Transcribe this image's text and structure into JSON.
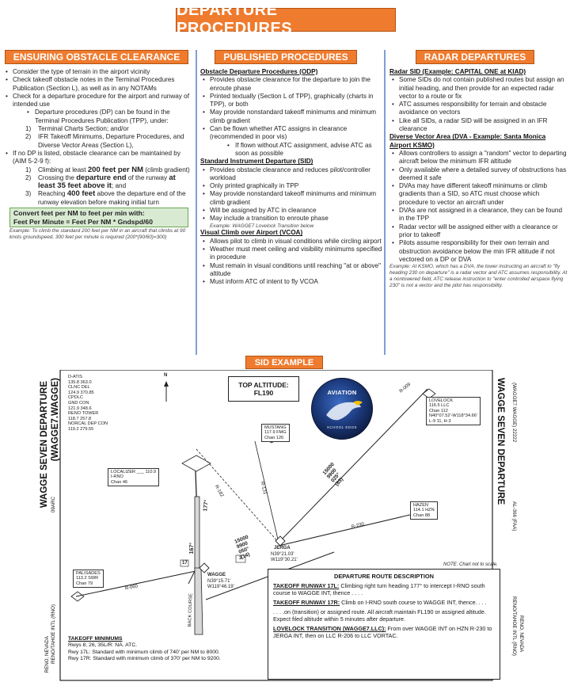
{
  "page": {
    "title": "DEPARTURE PROCEDURES",
    "accent": "#ef7b2e",
    "divider_color": "#7f9fd6"
  },
  "col1": {
    "header": "ENSURING OBSTACLE CLEARANCE",
    "b1": "Consider the type of terrain in the airport vicinity",
    "b2": "Check takeoff obstacle notes in the Terminal Procedures Publication (Section L), as well as in any NOTAMs",
    "b3": "Check for a departure procedure for the airport and runway of intended use",
    "s1": "Departure procedures (DP) can be found in the Terminal Procedures Publication (TPP), under:",
    "n1": "1)",
    "n1t": "Terminal Charts Section; and/or",
    "n2": "2)",
    "n2t": "IFR Takeoff Minimums, Departure Procedures, and Diverse Vector Areas (Section L),",
    "b4": "If no DP is listed, obstacle clearance can be maintained by (AIM 5-2-9 f):",
    "m1": "1)",
    "m1a": "Climbing at least ",
    "m1k": "200 feet per NM",
    "m1b": " (climb gradient)",
    "m2": "2)",
    "m2a": "Crossing the ",
    "m2k": "departure end",
    "m2b": " of the runway ",
    "m2k2": "at least 35 feet above it",
    "m2c": "; and",
    "m3": "3)",
    "m3a": "Reaching ",
    "m3k": "400 feet",
    "m3b": " above the departure end of the runway elevation before making initial turn",
    "convert1": "Convert feet per NM to feet per min with:",
    "convert2": "Feet Per Minute = Feet Per NM * Gndspd/60",
    "example": "Example: To climb the standard 200 feet per NM in an aircraft that climbs at 90 knots groundspeed, 300 feet per minute is required (200*(90/60)=300)"
  },
  "col2": {
    "header": "PUBLISHED PROCEDURES",
    "odp_title": "Obstacle Departure Procedures (ODP)",
    "odp": [
      "Provides obstacle clearance for the departure to join the enroute phase",
      "Printed textually (Section L of TPP), graphically (charts in TPP), or both",
      "May provide nonstandard takeoff minimums and minimum climb gradient",
      "Can be flown whether ATC assigns in clearance (recommended in poor vis)"
    ],
    "odp_sub": "If flown without ATC assignment, advise ATC as soon as possible",
    "sid_title": "Standard Instrument Departure (SID)",
    "sid": [
      "Provides obstacle clearance and reduces pilot/controller workload",
      "Only printed graphically in TPP",
      "May provide nonstandard takeoff minimums and minimum climb gradient",
      "Will be assigned by ATC in clearance",
      "May include a transition to enroute phase"
    ],
    "sid_example": "Example: WAGGE7 Lovelock Transition below",
    "vcoa_title": "Visual Climb over Airport (VCOA)",
    "vcoa": [
      "Allows pilot to climb in visual conditions while circling airport",
      "Weather must meet ceiling and visibility minimums specified in procedure",
      "Must remain in visual conditions until reaching \"at or above\" altitude",
      "Must inform ATC of intent to fly VCOA"
    ]
  },
  "col3": {
    "header": "RADAR DEPARTURES",
    "rsid_title": "Radar SID (Example: CAPITAL ONE at KIAD)",
    "rsid": [
      "Some SIDs do not contain published routes but assign an initial heading, and then provide for an expected radar vector to a route or fix",
      "ATC assumes responsibility for terrain and obstacle avoidance on vectors",
      "Like all SIDs, a radar SID will be assigned in an IFR clearance"
    ],
    "dva_title": "Diverse Vector Area (DVA - Example: Santa Monica Airport KSMO)",
    "dva": [
      "Allows controllers to assign a \"random\" vector to departing aircraft below the minimum IFR altitude",
      "Only available where a detailed survey of obstructions has deemed it safe",
      "DVAs may have different takeoff minimums or climb gradients than a SID, so ATC must choose which procedure to vector an aircraft under",
      "DVAs are not assigned in a clearance, they can be found in the TPP",
      "Radar vector will be assigned either with a clearance or prior to takeoff",
      "Pilots assume responsibility for their own terrain and obstruction avoidance below the min IFR altitude if not vectored on a DP or DVA"
    ],
    "example": "Example: At KSMO, which has a DVA, the tower instructing an aircraft to \"fly heading 230 on departure\" is a radar vector and ATC assumes responsibility. At a nontowered field, ATC release instruction to \"enter controlled airspace flying 230\" is not a vector and the pilot has responsibility."
  },
  "sid": {
    "header": "SID EXAMPLE",
    "top_alt_label": "TOP ALTITUDE:",
    "top_alt_value": "FL190",
    "title_left": "WAGGE SEVEN DEPARTURE",
    "subtitle_left": "(WAGGE7.WAGGE)",
    "subtitle_left2": "09ARC",
    "title_right": "WAGGE SEVEN DEPARTURE",
    "subtitle_right": "(WAGGE7.WAGGE) 22222",
    "airport_right": "RENO/TAHOE INTL (RNO)",
    "airport_right2": "RENO, NEVADA",
    "airport_left": "RENO/TAHOE INTL (RNO)",
    "airport_left2": "RENO, NEVADA",
    "al_ref": "AL-366 (FAA)",
    "note": "NOTE: Chart not to scale.",
    "north": "N",
    "freqs": [
      "D-ATIS",
      "135.8  363.0",
      "CLNC DEL",
      "124.9  370.85",
      "CPDLC",
      "GND CON",
      "121.9  348.6",
      "RENO TOWER",
      "118.7  257.8",
      "NORCAL DEP CON",
      "119.2  279.55"
    ],
    "logo_top": "AVIATION",
    "logo_bottom": "SCHOOL EDGE",
    "localizer": {
      "l1": "LOCALIZER ___ 110.9",
      "l2": "I-RNO",
      "l3": "Chan 46"
    },
    "mustang": {
      "l1": "MUSTANG",
      "l2": "117.9  FMG",
      "l3": "Chan 126"
    },
    "lovelock": {
      "l1": "LOVELOCK",
      "l2": "116.5  LLC",
      "l3": "Chan 112",
      "l4": "N40°07.52'-W118°34.66'",
      "l5": "L-9 11, H-3"
    },
    "hazen": {
      "l1": "HAZEN",
      "l2": "114.1  HZN",
      "l3": "Chan 88"
    },
    "palisades": {
      "l1": "PALISADES",
      "l2": "113.2  SWR",
      "l3": "Chan 79"
    },
    "jerga": {
      "l1": "JERGA",
      "l2": "N39°21.03'",
      "l3": "W119°30.21'"
    },
    "wagge": {
      "l1": "WAGGE",
      "l2": "N39°15.71'",
      "l3": "W119°46.19'"
    },
    "labels": {
      "alt_jerga": [
        "15000",
        "9900",
        "050°",
        "(14)"
      ],
      "alt_llc": [
        "15000",
        "9900",
        "025°",
        "(83)"
      ],
      "r009": "R-009",
      "r230": "R-230",
      "r182": "R-182",
      "r131": "R-131",
      "r060": "R-060",
      "hdg177": "177°",
      "hdg167": "167°",
      "back_course": "BACK COURSE",
      "n17": "17",
      "n3": "3"
    },
    "route": {
      "title": "DEPARTURE ROUTE DESCRIPTION",
      "t17l_h": "TAKEOFF RUNWAY 17L:",
      "t17l": " Climbing right turn heading 177° to intercept I-RNO south course to WAGGE INT, thence . . . .",
      "t17r_h": "TAKEOFF RUNWAY 17R:",
      "t17r": " Climb on I-RNO south course to WAGGE INT, thence. . . .",
      "cont": ". . . .on (transition) or assigned route. All aircraft maintain FL190 or assigned altitude. Expect filed altitude within 5 minutes after departure.",
      "llc_h": "LOVELOCK TRANSITION (WAGGE7.LLC):",
      "llc": " From over WAGGE INT on HZN R-230 to JERGA INT, then on LLC R-206 to LLC VORTAC."
    },
    "mins": {
      "title": "TAKEOFF MINIMUMS",
      "l1": "Rwys 8, 26, 35L/R:  NA.  ATC.",
      "l2": "Rwy 17L:  Standard with minimum climb of 740' per NM to 8000.",
      "l3": "Rwy 17R:  Standard with minimum climb of 370' per NM to 9200."
    }
  }
}
